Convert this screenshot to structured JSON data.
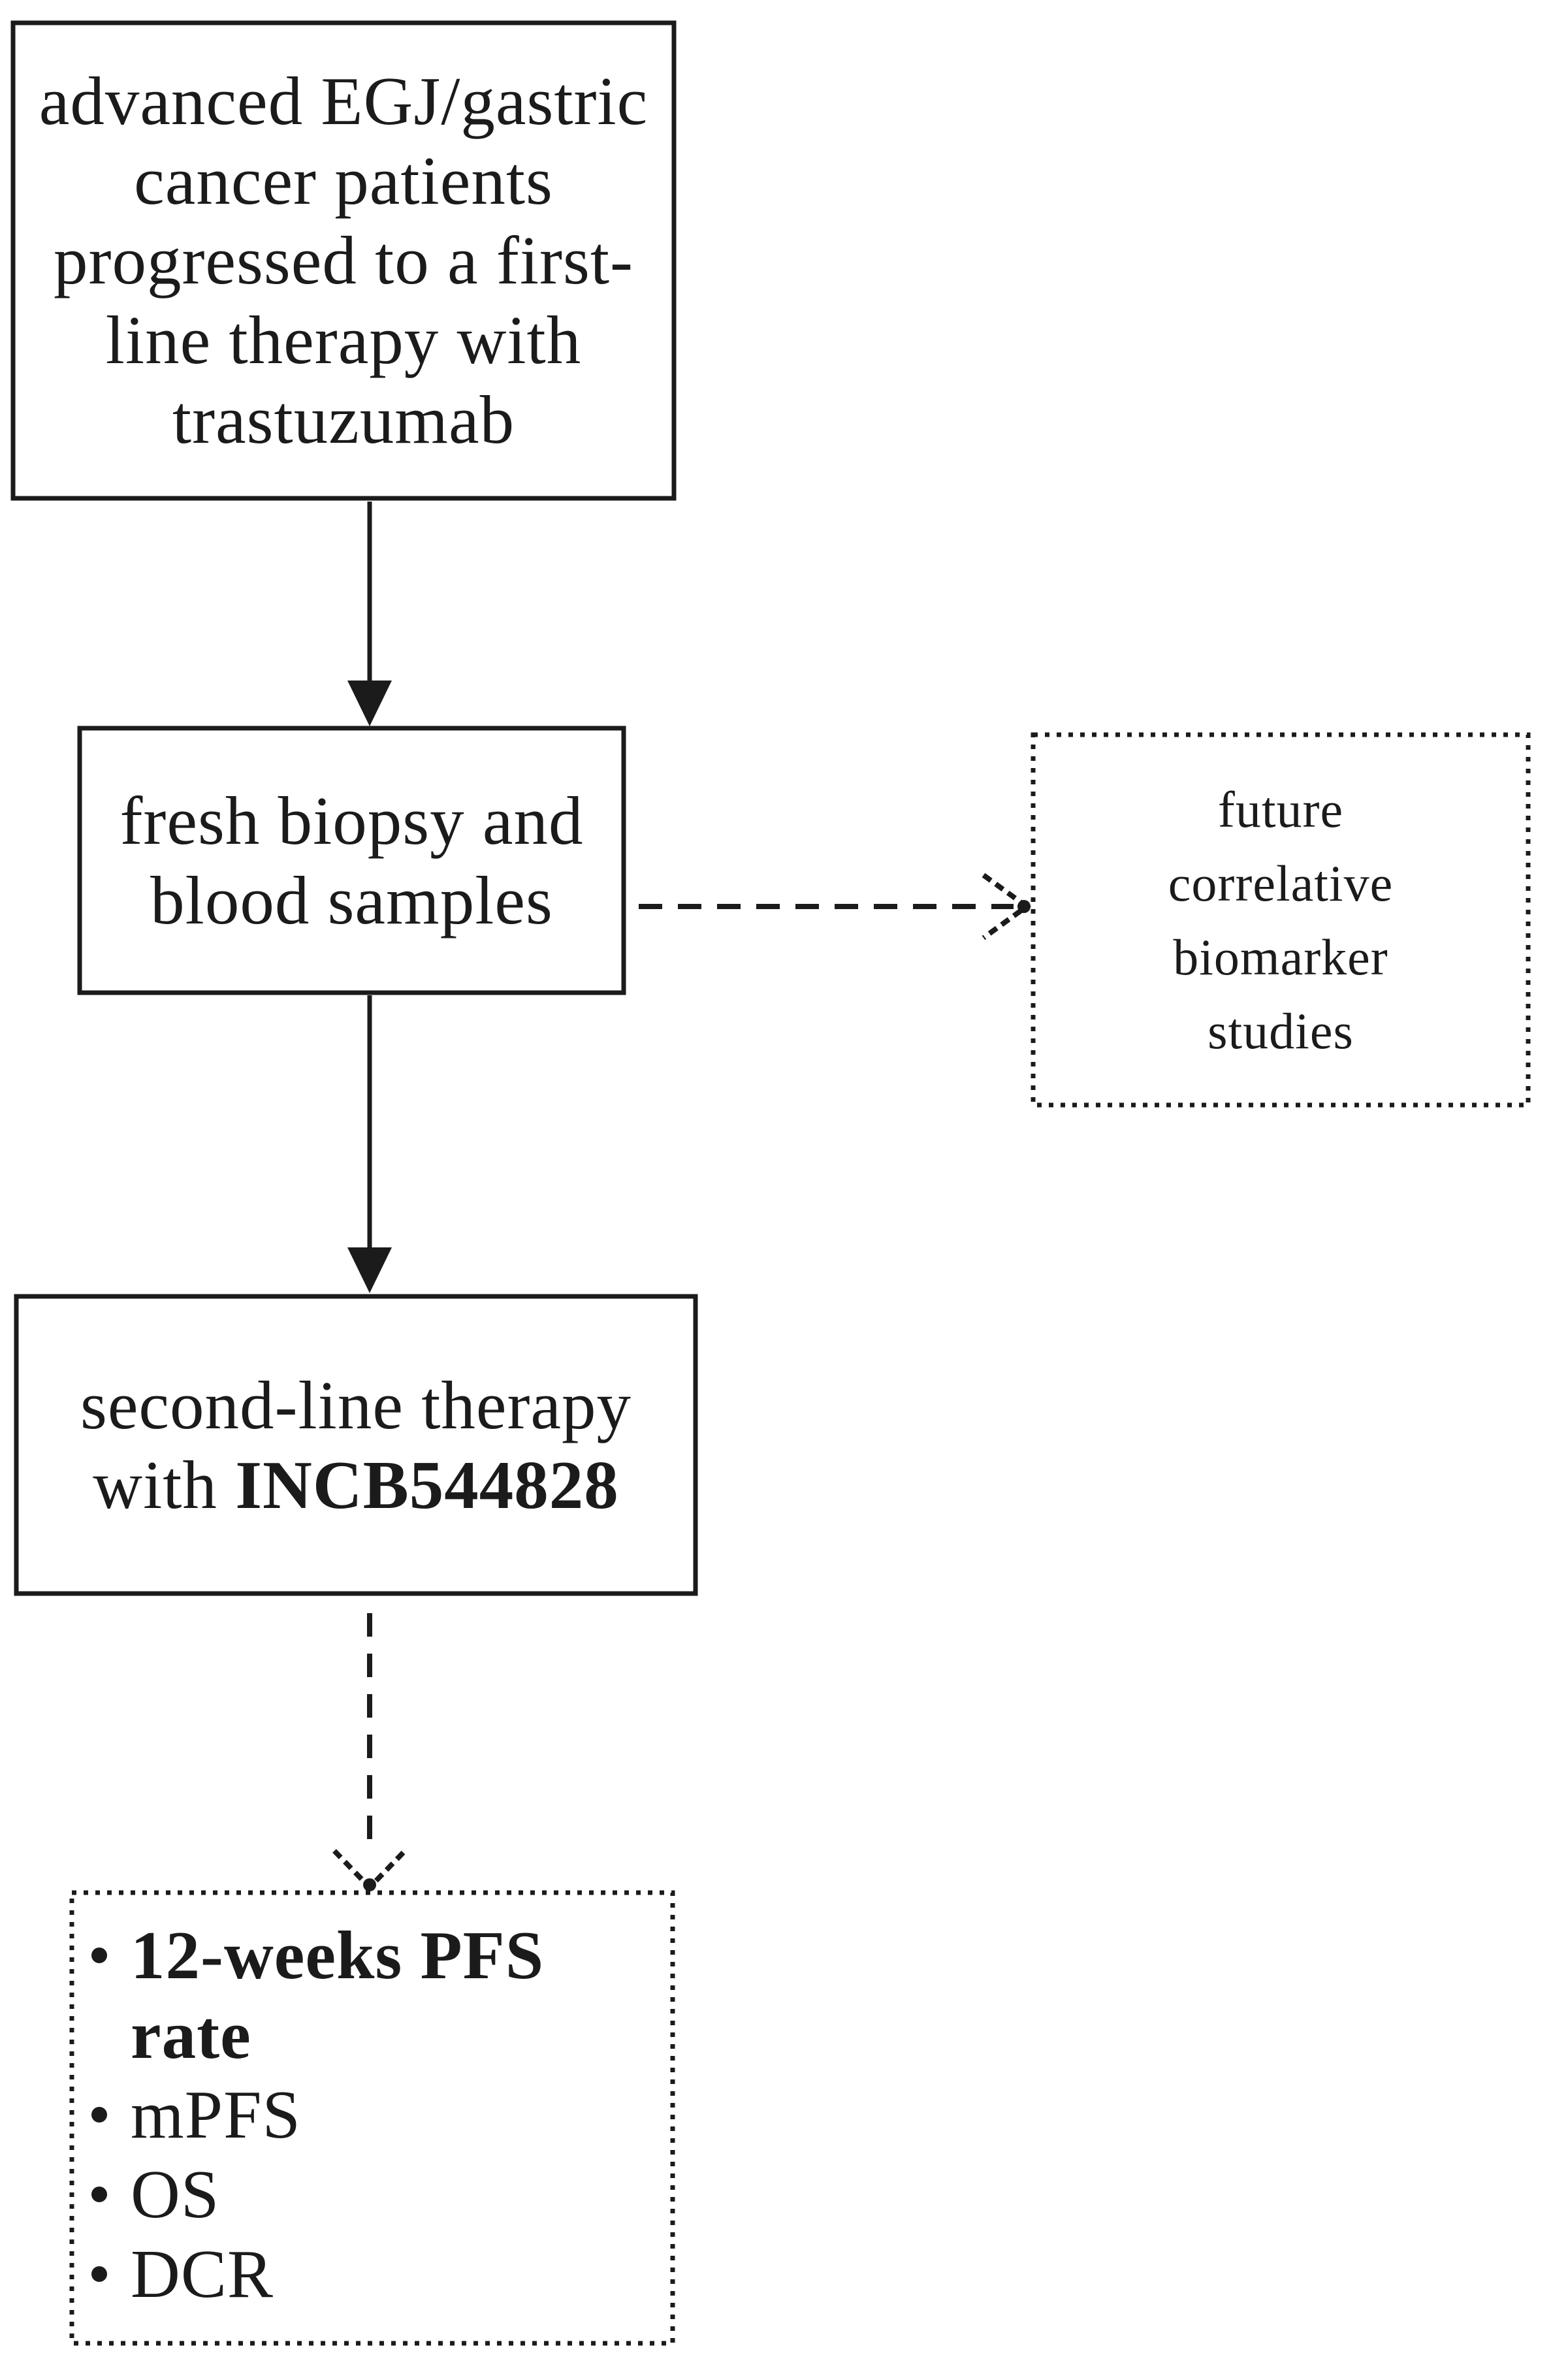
{
  "figure": {
    "background": "#ffffff",
    "ink": "#1b1b1b",
    "nodes": {
      "patients": {
        "lines": [
          "advanced EGJ/gastric",
          "cancer patients",
          "progressed to a first-",
          "line therapy with",
          "trastuzumab"
        ]
      },
      "samples": {
        "lines": [
          "fresh biopsy and",
          "blood samples"
        ]
      },
      "therapy": {
        "line1": "second-line therapy",
        "line2_prefix": "with ",
        "line2_drug": "INCB544828"
      },
      "biomarker": {
        "lines": [
          "future",
          "correlative",
          "biomarker",
          "studies"
        ]
      },
      "endpoints": {
        "items": [
          {
            "line1": "12-weeks PFS",
            "line2": "rate",
            "bold": true
          },
          {
            "line1": "mPFS",
            "line2": "",
            "bold": false
          },
          {
            "line1": "OS",
            "line2": "",
            "bold": false
          },
          {
            "line1": "DCR",
            "line2": "",
            "bold": false
          }
        ]
      }
    }
  }
}
